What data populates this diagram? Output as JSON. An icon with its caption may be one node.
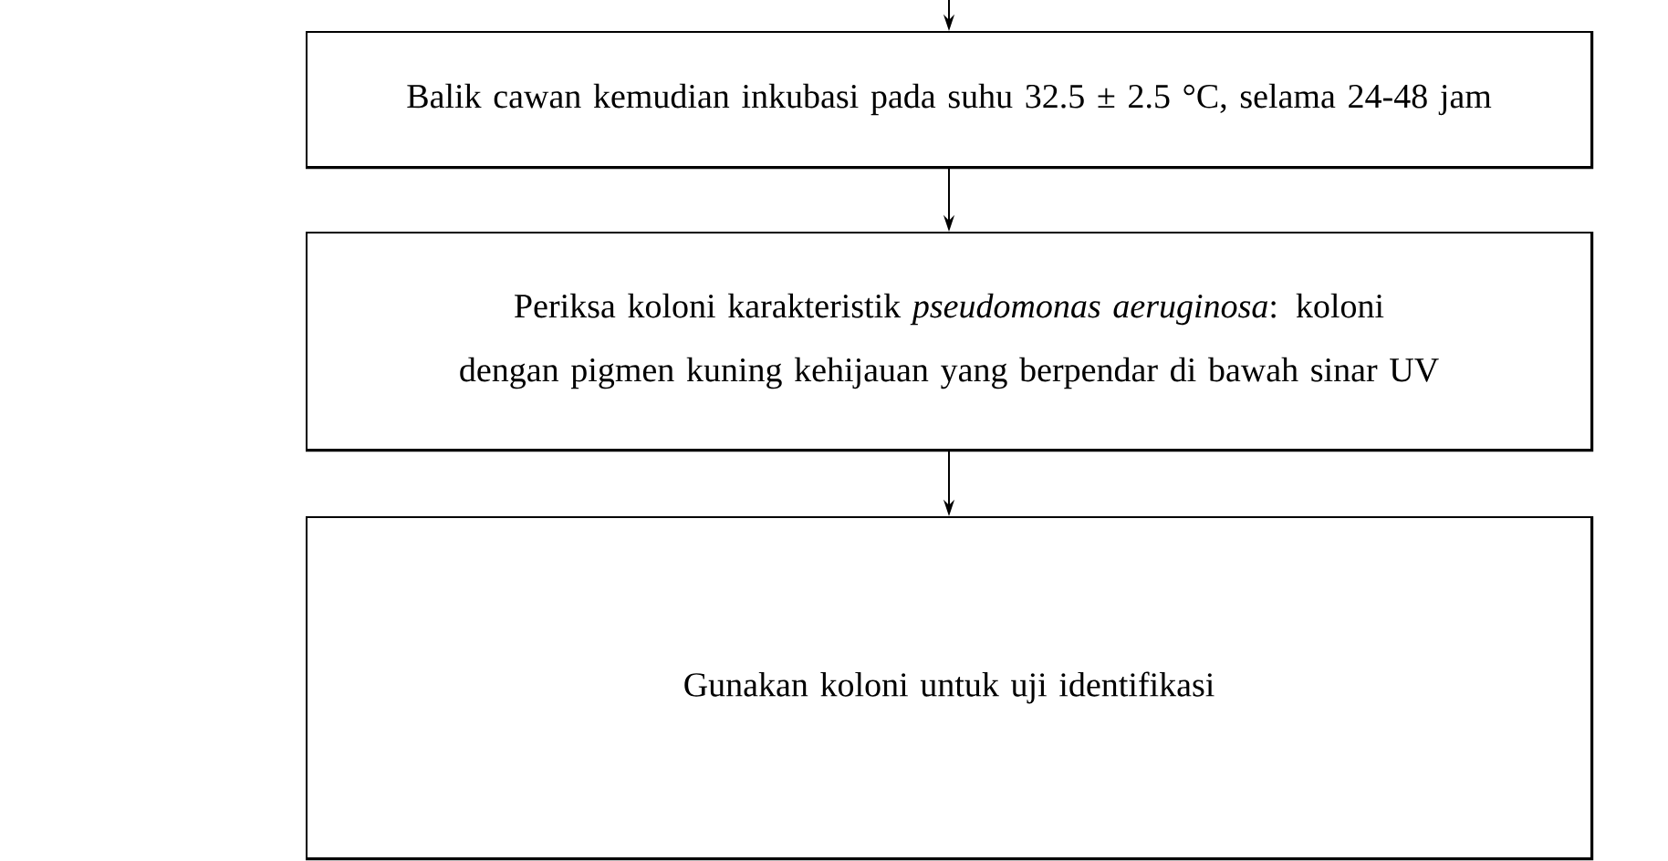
{
  "diagram": {
    "nodes": [
      {
        "text": [
          "Balik cawan kemudian inkubasi pada suhu 32.5 ± 2.5 °C, selama 24-48 jam"
        ]
      },
      {
        "text": [
          "Periksa koloni karakteristik *pseudomonas aeruginosa*: koloni dengan pigmen kuning kehijauan yang berpendar di bawah sinar UV"
        ]
      },
      {
        "text": [
          "Gunakan koloni untuk uji identifikasi"
        ]
      }
    ],
    "edges": [
      {
        "from": null,
        "to": 0,
        "arrow": "to"
      },
      {
        "from": 0,
        "to": 1,
        "arrow": "to"
      },
      {
        "from": 1,
        "to": 2,
        "arrow": "to"
      }
    ]
  }
}
